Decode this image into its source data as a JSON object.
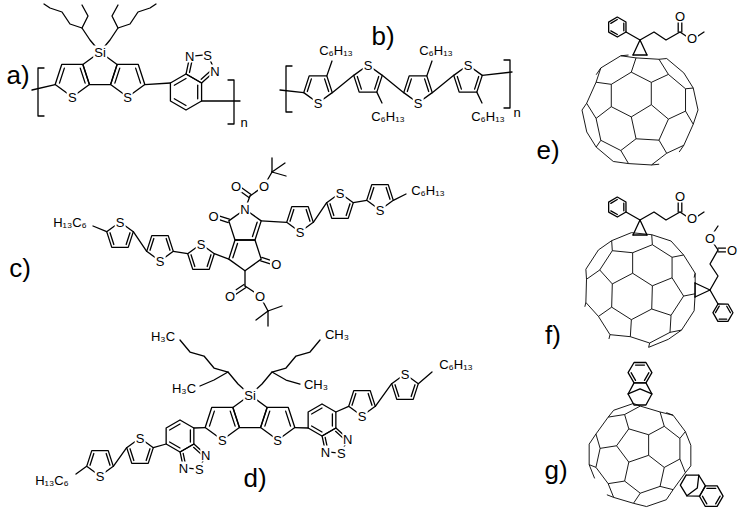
{
  "diagram": {
    "labels": [
      "a)",
      "Si",
      "S",
      "S",
      "N",
      "S",
      "N",
      "n",
      "b)",
      "C₆H₁₃",
      "C₆H₁₃",
      "S",
      "S",
      "S",
      "S",
      "C₆H₁₃",
      "C₆H₁₃",
      "n",
      "c)",
      "O",
      "O",
      "N",
      "O",
      "S",
      "C₆H₁₃",
      "H₁₃C₆",
      "S",
      "S",
      "S",
      "S",
      "S",
      "O",
      "O",
      "O",
      "H₃C",
      "CH₃",
      "Si",
      "H₃C",
      "CH₃",
      "C₆H₁₃",
      "S",
      "S",
      "S",
      "S",
      "N",
      "N",
      "S",
      "S",
      "N",
      "N",
      "S",
      "S",
      "d)",
      "H₁₃C₆",
      "O",
      "O",
      "e)",
      "O",
      "O",
      "O",
      "O",
      "f)",
      "g)"
    ]
  }
}
